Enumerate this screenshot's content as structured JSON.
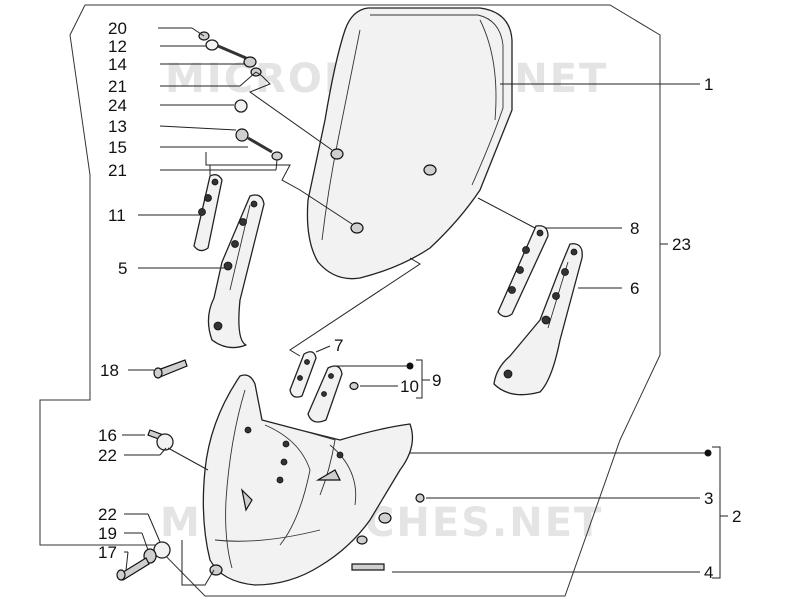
{
  "watermark": {
    "top": "MICROFICHES.NET",
    "bottom": "MICROFICHES.NET"
  },
  "callouts": {
    "c1": "1",
    "c2": "2",
    "c3": "3",
    "c4": "4",
    "c5": "5",
    "c6": "6",
    "c7": "7",
    "c8": "8",
    "c9": "9",
    "c10": "10",
    "c11": "11",
    "c12": "12",
    "c13": "13",
    "c14": "14",
    "c15": "15",
    "c16": "16",
    "c17": "17",
    "c18": "18",
    "c19": "19",
    "c20": "20",
    "c21a": "21",
    "c21b": "21",
    "c22a": "22",
    "c22b": "22",
    "c23": "23",
    "c24": "24"
  }
}
